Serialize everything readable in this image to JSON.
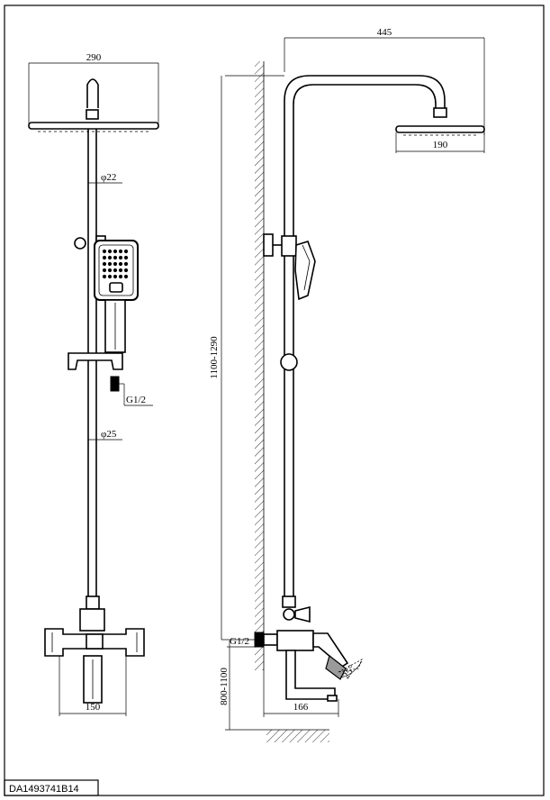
{
  "drawing_code": "DA1493741B14",
  "front_view": {
    "head_width": "290",
    "upper_pipe_diameter": "φ22",
    "hose_thread": "G1/2",
    "lower_pipe_diameter": "φ25",
    "valve_width": "150"
  },
  "side_view": {
    "arm_reach": "445",
    "head_diameter": "190",
    "total_height": "1100-1290",
    "inlet_thread": "G1/2",
    "lever_angle": "25°",
    "spout_projection": "166",
    "valve_height": "800-1100"
  }
}
